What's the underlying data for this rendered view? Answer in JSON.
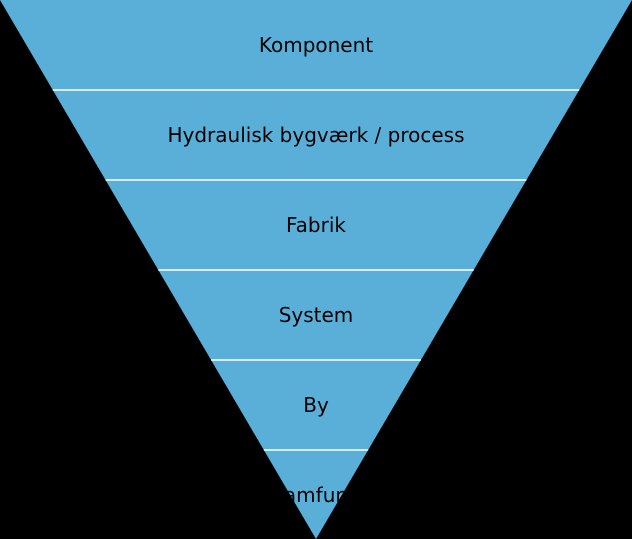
{
  "diagram": {
    "type": "inverted-pyramid",
    "fill_color": "#5AAFD8",
    "divider_color": "#FFFFFF",
    "levels": [
      {
        "label": "Komponent"
      },
      {
        "label": "Hydraulisk bygværk / process"
      },
      {
        "label": "Fabrik"
      },
      {
        "label": "System"
      },
      {
        "label": "By"
      },
      {
        "label": "Samfund"
      }
    ]
  }
}
